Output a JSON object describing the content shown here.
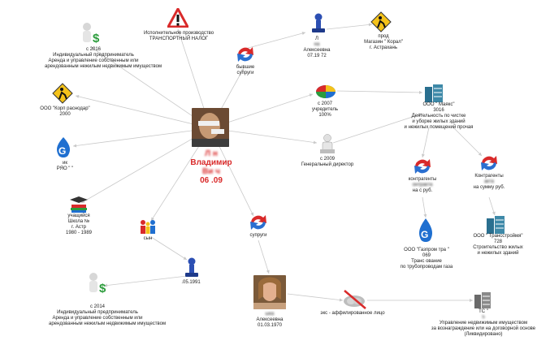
{
  "colors": {
    "link": "#c9c9c9",
    "accent_red": "#d92a2a",
    "building_blue": "#2a6f8f",
    "gazprom_blue": "#1f6fd0",
    "stamp_blue": "#2c4fb3",
    "warning_yellow": "#f4c21a"
  },
  "center": {
    "name_line1": "Л        н",
    "name_line2": "Владимир",
    "name_line3": "Ви        ч",
    "name_line4": "06    .09"
  },
  "nodes": {
    "ip_2016": {
      "icon": "money-person-icon",
      "lines": [
        "с 2016",
        "Индивидуальный предприниматель",
        "Аренда и управление собственным или",
        "арендованным нежилым недвижимым имуществом"
      ]
    },
    "enforcement": {
      "icon": "warning-sign-icon",
      "lines": [
        "Исполнительное производство",
        "ТРАНСПОРТНЫЙ НАЛОГ"
      ]
    },
    "former_spouses": {
      "icon": "red-arrows-icon",
      "lines": [
        "бывшие",
        "супруги"
      ]
    },
    "stamp_top": {
      "icon": "stamp-icon",
      "lines": [
        "Л",
        "на",
        "Алексеевна",
        "07.19      72"
      ]
    },
    "shop": {
      "icon": "construction-sign-icon",
      "lines": [
        "прод",
        "Магазин \"     Корал\"",
        "г. Астрахань"
      ]
    },
    "korp_krasnodar": {
      "icon": "construction-sign-icon",
      "lines": [
        "ООО \"Корп      раснодар\"",
        "2000"
      ]
    },
    "gazprom_left": {
      "icon": "gazprom-icon",
      "lines": [
        "ик",
        "РЯО \"         \"",
        "      "
      ]
    },
    "founder": {
      "icon": "pie-chart-icon",
      "lines": [
        "с 2007",
        "учредитель",
        "100%"
      ]
    },
    "general_director": {
      "icon": "director-icon",
      "lines": [
        "с 2009",
        "Генеральный директор"
      ]
    },
    "company_main": {
      "icon": "building-icon",
      "lines": [
        "ООО \"       Маякс\"",
        "3016",
        "Деятельность по чистке",
        "и уборке жилых зданий",
        "и нежилых помещений прочая"
      ]
    },
    "student": {
      "icon": "books-icon",
      "lines": [
        "учащийся",
        "Школа №",
        "г. Астр",
        "1980 - 1989"
      ]
    },
    "contractors_left": {
      "icon": "red-arrows-icon",
      "lines": [
        "контрагенты",
        "      онтракта",
        "на с           руб."
      ]
    },
    "contractors_right": {
      "icon": "red-arrows-icon",
      "lines": [
        "Контрагенты",
        "       акта",
        "на сумму        руб."
      ]
    },
    "son": {
      "icon": "family-icon",
      "lines": [
        "сын"
      ]
    },
    "spouses": {
      "icon": "red-arrows-icon",
      "lines": [
        "супруги"
      ]
    },
    "gazprom_right": {
      "icon": "gazprom-icon",
      "lines": [
        "ООО \"Газпром       тра          \"",
        "      069",
        "Транс           ование",
        "по трубопроводам газа"
      ]
    },
    "transstroy": {
      "icon": "building-icon",
      "lines": [
        "ООО \"         Трансстроймя\"",
        "      728",
        "Строительство жилых",
        "и нежилых зданий"
      ]
    },
    "stamp_bottom": {
      "icon": "stamp-icon",
      "lines": [
        "",
        "      ",
        "      .05.1991"
      ]
    },
    "ip_2014": {
      "icon": "money-person-icon",
      "lines": [
        "с 2014",
        "Индивидуальный предприниматель",
        "Аренда и управление собственным или",
        "арендованным нежилым недвижимым имуществом"
      ]
    },
    "wife": {
      "icon": "woman-photo",
      "lines": [
        "       ыка",
        "Алексеевна",
        "01.03.1970"
      ]
    },
    "ex_affiliated": {
      "icon": "crossed-handshake-icon",
      "lines": [
        "экс - аффилированное лицо"
      ]
    },
    "tc_company": {
      "icon": "building-gray-icon",
      "lines": [
        "ТС           \"",
        "      5",
        "Управление недвижимым имуществом",
        "за вознаграждение или на договорной основе",
        "(Ликвидировано)"
      ]
    }
  }
}
